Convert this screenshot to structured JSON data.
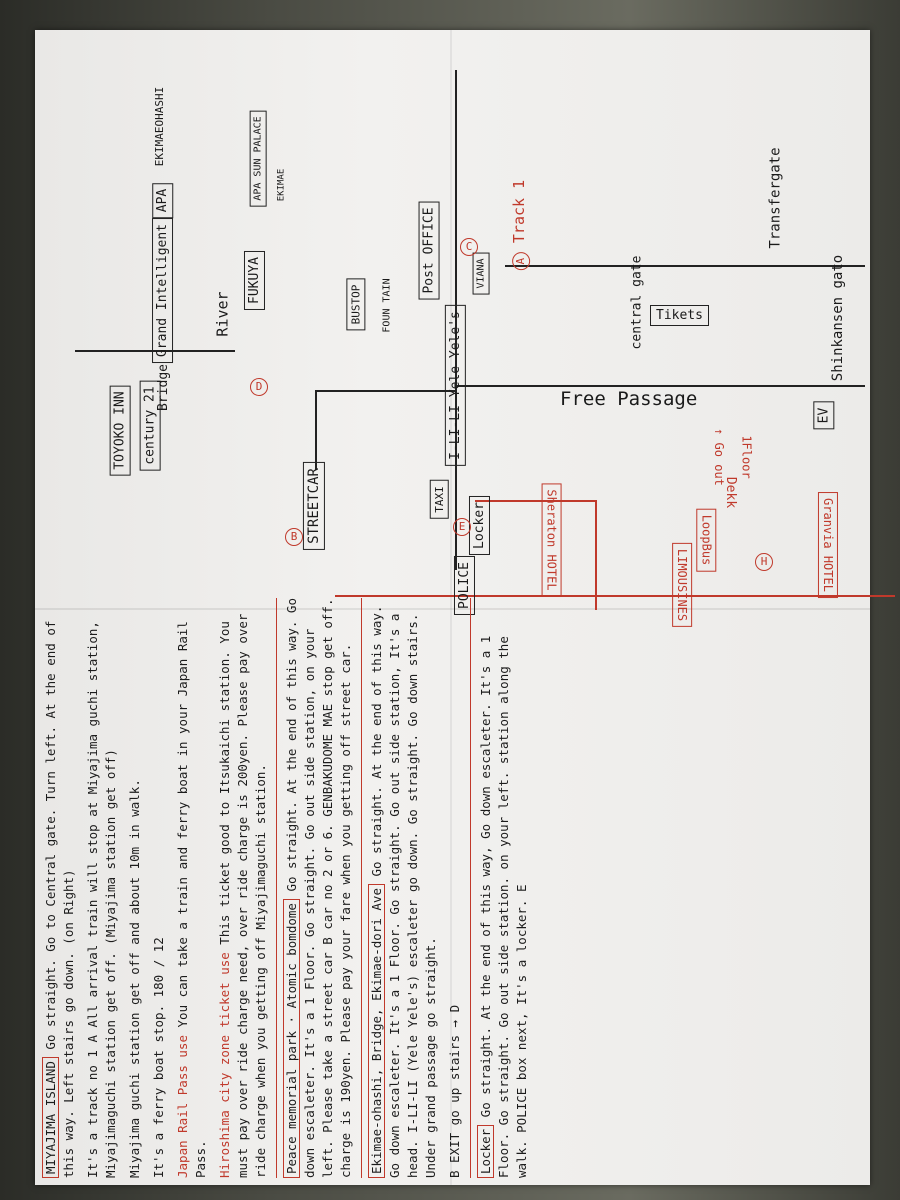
{
  "map": {
    "toyoko": "TOYOKO INN",
    "century": "century 21",
    "bridge": "Bridge",
    "grand": "Grand Intelligent",
    "ekimaeohashi": "EKIMAEOHASHI",
    "apa": "APA",
    "river": "River",
    "fukuya": "FUKUYA",
    "apa_sun": "APA SUN PALACE",
    "ekimae": "EKIMAE",
    "bus_stop": "BUSTOP",
    "fountain": "FOUN TAIN",
    "post_office": "Post OFFICE",
    "viana": "VIANA",
    "track1": "Track 1",
    "track_a": "A",
    "i_li_li": "I-LI-LI Yele Yele's",
    "central_gate": "central gate",
    "tikets": "Tikets",
    "transfergate": "Transfergate",
    "shinkansen": "Shinkansen gato",
    "free_passage": "Free Passage",
    "ev": "EV",
    "streetcar": "STREETCAR",
    "taxi": "TAXI",
    "locker": "Locker",
    "police": "POLICE",
    "sheraton": "Sheraton HOTEL",
    "loopbus": "LoopBus",
    "limousines": "LIMOUSINES",
    "granvia": "Granvia HOTEL",
    "dekk": "Dekk",
    "goout": "Go out",
    "floor1": "1Floor",
    "mark_b": "B",
    "mark_d": "D",
    "mark_e": "E",
    "mark_c": "C",
    "mark_h": "H"
  },
  "notes": {
    "p1_head": "MIYAJIMA ISLAND",
    "p1_text": "Go straight. Go to Central gate. Turn left. At the end of this way. Left stairs go down. (on Right)",
    "p2": "It's a track no 1 A All arrival train will stop at Miyajima guchi station, Miyajimaguchi station get off. (Miyajima station get off)",
    "p3": "Miyajima guchi station get off and about 10m in walk.",
    "p4": "It's a ferry boat stop. 180 / 12",
    "p5_head": "Japan Rail Pass use",
    "p5": "You can take a train and ferry boat in your Japan Rail Pass.",
    "p6_head": "Hiroshima city zone ticket use",
    "p6": "This ticket good to Itsukaichi station. You must pay over ride charge need, over ride charge is 200yen. Please pay over ride charge when you getting off Miyajimaguchi station.",
    "p7_head": "Peace memorial park · Atomic bomdome",
    "p7": "Go straight. At the end of this way. Go down escaleter. It's a 1 Floor. Go straight. Go out side station, on your left. Please take a street car B car no 2 or 6. GENBAKUDOME MAE stop get off. charge is 190yen. Please pay your fare when you getting off street car.",
    "p8_head": "Ekimae-ohashi, Bridge, Ekimae-dori Ave",
    "p8": "Go straight. At the end of this way. Go down escaleter. It's a 1 Floor. Go straight. Go out side station, It's a head. I-LI-LI (Yele Yele's) escaleter go down. Go straight. Go down stairs. Under grand passage go straight.",
    "p9": "B EXIT go up stairs → D",
    "p10_head": "Locker",
    "p10": "Go straight. At the end of this way, Go down escaleter. It's a 1 Floor. Go straight. Go out side station. on your left. station along the walk. POLICE box next, It's a locker. E"
  }
}
